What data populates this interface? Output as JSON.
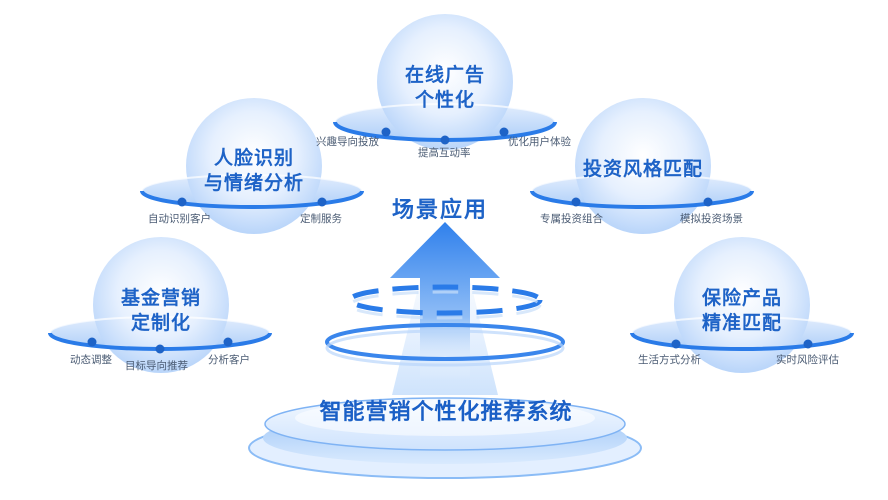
{
  "center": "场景应用",
  "base": "智能营销个性化推荐系统",
  "nodes": {
    "ad": {
      "title": [
        "在线广告",
        "个性化"
      ],
      "points": [
        "兴趣导向投放",
        "提高互动率",
        "优化用户体验"
      ]
    },
    "face": {
      "title": [
        "人脸识别",
        "与情绪分析"
      ],
      "points": [
        "自动识别客户",
        "定制服务"
      ]
    },
    "invest": {
      "title": [
        "投资风格匹配"
      ],
      "points": [
        "专属投资组合",
        "模拟投资场景"
      ]
    },
    "fund": {
      "title": [
        "基金营销",
        "定制化"
      ],
      "points": [
        "动态调整",
        "目标导向推荐",
        "分析客户"
      ]
    },
    "insure": {
      "title": [
        "保险产品",
        "精准匹配"
      ],
      "points": [
        "生活方式分析",
        "实时风险评估"
      ]
    }
  },
  "colors": {
    "accent": "#1e63c7",
    "sphere_light": "#eef5ff",
    "sphere_mid": "#c4dcfb",
    "ring": "#2a7be8"
  }
}
